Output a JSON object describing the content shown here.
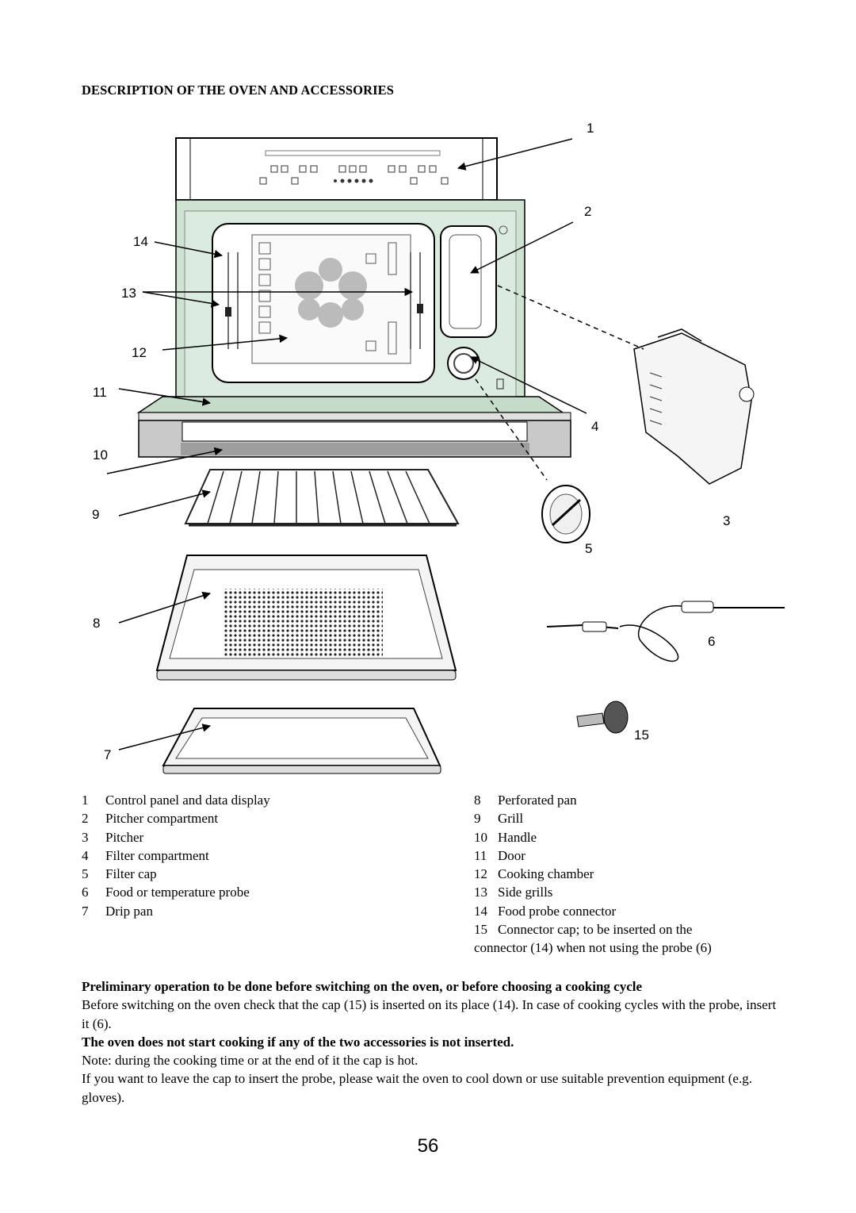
{
  "title": "DESCRIPTION OF THE OVEN AND ACCESSORIES",
  "callouts": [
    "1",
    "2",
    "3",
    "4",
    "5",
    "6",
    "7",
    "8",
    "9",
    "10",
    "11",
    "12",
    "13",
    "14",
    "15"
  ],
  "legend_left": [
    {
      "num": "1",
      "label": "Control panel and data display"
    },
    {
      "num": "2",
      "label": "Pitcher compartment"
    },
    {
      "num": "3",
      "label": "Pitcher"
    },
    {
      "num": "4",
      "label": "Filter compartment"
    },
    {
      "num": "5",
      "label": "Filter cap"
    },
    {
      "num": "6",
      "label": "Food or temperature probe"
    },
    {
      "num": "7",
      "label": "Drip pan"
    }
  ],
  "legend_right": [
    {
      "num": "8",
      "label": "Perforated pan"
    },
    {
      "num": "9",
      "label": "Grill"
    },
    {
      "num": "10",
      "label": "Handle"
    },
    {
      "num": "11",
      "label": "Door"
    },
    {
      "num": "12",
      "label": "Cooking chamber"
    },
    {
      "num": "13",
      "label": "Side grills"
    },
    {
      "num": "14",
      "label": "Food probe connector"
    },
    {
      "num": "15",
      "label": "Connector cap; to be inserted on the",
      "continuation": "connector (14) when not using the probe (6)"
    }
  ],
  "notes": {
    "heading": "Preliminary operation to be done before switching on the oven, or before choosing a cooking cycle",
    "para1": "Before switching on the oven check that the cap (15) is inserted on its place (14). In case of cooking cycles with the probe, insert it  (6).",
    "warning": "The oven does not start cooking if any of the two accessories is not inserted.",
    "para2": "Note: during the cooking time or at the end of it the cap is hot.",
    "para3": "If you want to leave the cap to insert the probe, please wait the oven to cool down or use suitable prevention equipment (e.g. gloves)."
  },
  "page_number": "56",
  "colors": {
    "oven_frame": "#cfe3d2",
    "door": "#c6dccb",
    "handle_bar": "#bdbdbd",
    "ink": "#000000"
  }
}
